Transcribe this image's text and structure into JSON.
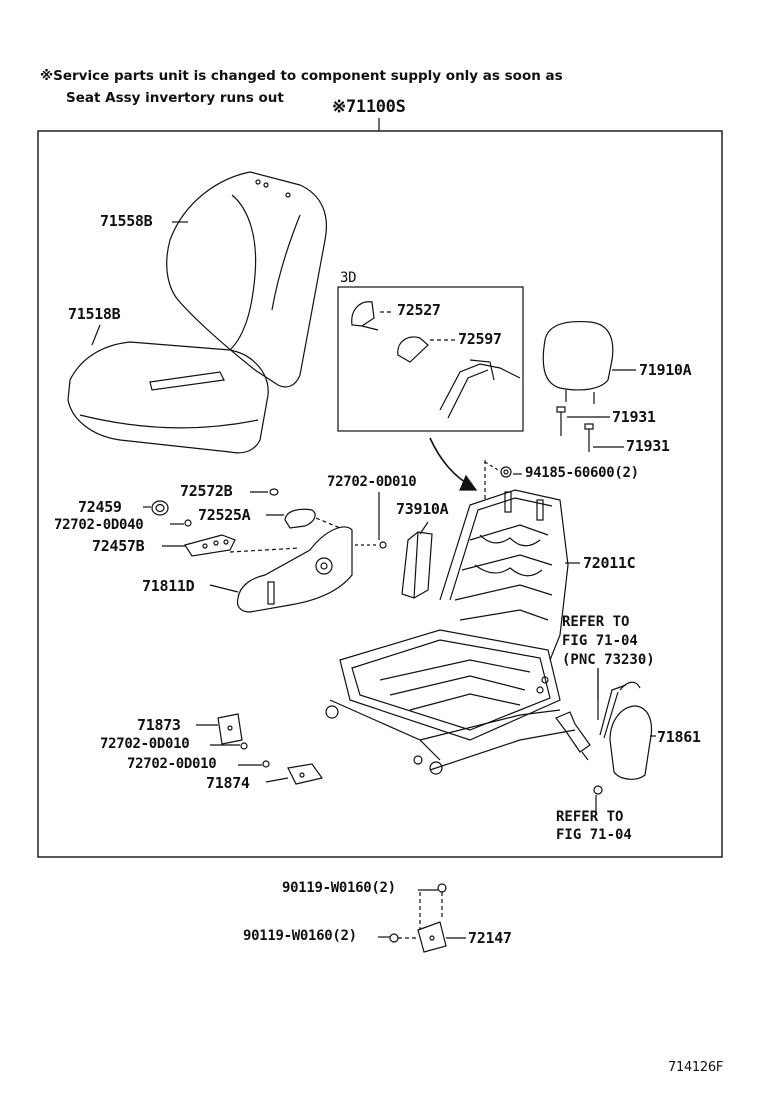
{
  "notes": {
    "line1": "※Service parts unit is changed to component supply only as soon as",
    "line2": "Seat Assy invertory runs out"
  },
  "assembly": {
    "label": "※71100S"
  },
  "inset": {
    "label": "3D"
  },
  "parts": {
    "p71558B": "71558B",
    "p71518B": "71518B",
    "p72527": "72527",
    "p72597": "72597",
    "p71910A": "71910A",
    "p71931a": "71931",
    "p71931b": "71931",
    "p94185": "94185-60600(2)",
    "p72702_top": "72702-0D010",
    "p72459": "72459",
    "p72572B": "72572B",
    "p72702_d040": "72702-0D040",
    "p72525A": "72525A",
    "p72457B": "72457B",
    "p73910A": "73910A",
    "p72011C": "72011C",
    "p71811D": "71811D",
    "p71873": "71873",
    "p72702_b1": "72702-0D010",
    "p72702_b2": "72702-0D010",
    "p71874": "71874",
    "p71861": "71861",
    "p90119_a": "90119-W0160(2)",
    "p90119_b": "90119-W0160(2)",
    "p72147": "72147"
  },
  "refs": {
    "ref1_line1": "REFER TO",
    "ref1_line2": "FIG 71-04",
    "ref1_line3": "(PNC 73230)",
    "ref2_line1": "REFER TO",
    "ref2_line2": "FIG 71-04"
  },
  "figure_id": "714126F"
}
